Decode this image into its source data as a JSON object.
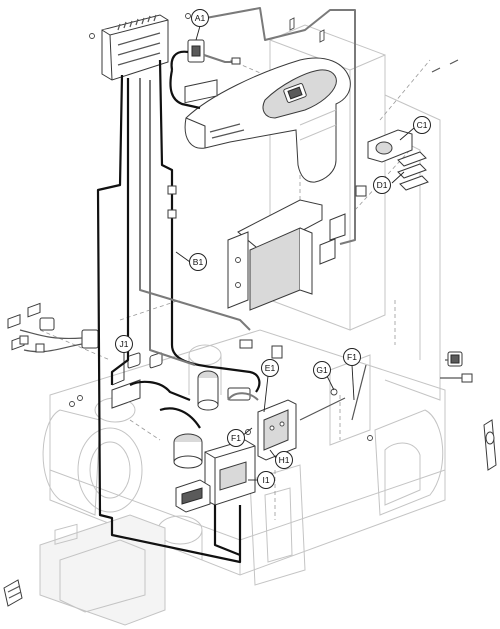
{
  "callouts": [
    {
      "id": "a1",
      "label": "A1"
    },
    {
      "id": "b1",
      "label": "B1"
    },
    {
      "id": "c1",
      "label": "C1"
    },
    {
      "id": "d1",
      "label": "D1"
    },
    {
      "id": "e1",
      "label": "E1"
    },
    {
      "id": "f1-top",
      "label": "F1"
    },
    {
      "id": "f1-bottom",
      "label": "F1"
    },
    {
      "id": "g1",
      "label": "G1"
    },
    {
      "id": "h1",
      "label": "H1"
    },
    {
      "id": "i1",
      "label": "I1"
    },
    {
      "id": "j1",
      "label": "J1"
    }
  ],
  "colors": {
    "harness": "#111111",
    "harness_secondary": "#7a7a7a",
    "ghost_outline": "#c4c4c4",
    "background": "#ffffff"
  },
  "icons": [
    "screw-icon",
    "connector-icon",
    "cable-tie-icon"
  ]
}
